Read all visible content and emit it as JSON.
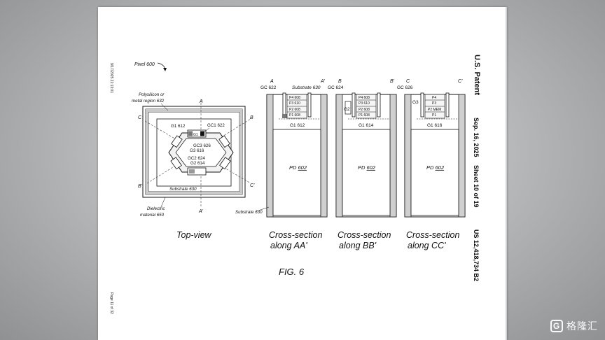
{
  "header": {
    "left_stamp": "9/17/2025 21:13:01",
    "page_of": "Page 11 of 32",
    "us_patent": "U.S. Patent",
    "date": "Sep. 16, 2025",
    "sheet": "Sheet 10 of 19",
    "patent_no": "US 12,418,734 B2"
  },
  "figure": {
    "pixel_label": "Pixel 600",
    "fig_caption": "FIG. 6",
    "top_view": {
      "caption": "Top-view",
      "poly_label_1": "Polysilicon or",
      "poly_label_2": "metal region 632",
      "dielectric_1": "Dielectric",
      "dielectric_2": "material 650",
      "substrate": "Substrate 630",
      "axis_A": "A",
      "axis_A2": "A'",
      "axis_B": "B",
      "axis_B2": "B'",
      "axis_C": "C",
      "axis_C2": "C'",
      "g1": "G1 612",
      "gc1": "GC1 622",
      "gc3": "GC3 626",
      "g3": "G3 616",
      "gc2": "GC2 624",
      "g2": "G2 614",
      "g1_tag": "G1"
    },
    "sections": [
      {
        "caption_1": "Cross-section",
        "caption_2": "along AA'",
        "left_axis": "A",
        "right_axis": "A'",
        "gc": "GC 622",
        "substrate": "Substrate 630",
        "gate": "G1 612",
        "pd": "PD",
        "pd_num": "602",
        "side_gate": "",
        "stack": [
          "P4 608",
          "P3 610",
          "P2 608",
          "P1 608"
        ]
      },
      {
        "caption_1": "Cross-section",
        "caption_2": "along BB'",
        "left_axis": "B",
        "right_axis": "B'",
        "gc": "GC 624",
        "substrate": "",
        "gate": "G1 614",
        "pd": "PD",
        "pd_num": "602",
        "side_gate": "G2",
        "stack": [
          "P4 608",
          "P3 610",
          "P2 608",
          "P1 608"
        ]
      },
      {
        "caption_1": "Cross-section",
        "caption_2": "along CC'",
        "left_axis": "C",
        "right_axis": "C'",
        "gc": "GC 626",
        "substrate": "",
        "gate": "G1 616",
        "pd": "PD",
        "pd_num": "602",
        "side_gate": "G3",
        "stack": [
          "P4",
          "P3",
          "P2 MEM",
          "P1"
        ]
      }
    ],
    "bottom_substrate": "Substrate 630"
  },
  "watermark": {
    "logo": "G",
    "text": "格隆汇"
  }
}
